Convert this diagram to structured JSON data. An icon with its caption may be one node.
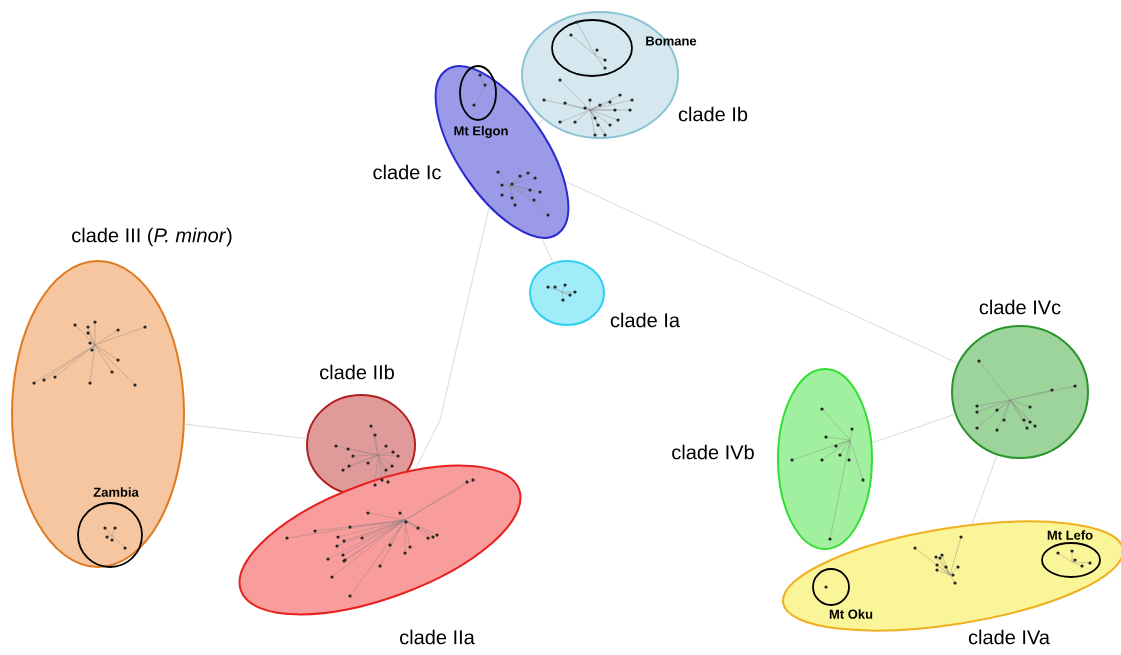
{
  "diagram": {
    "nodes": [
      {
        "text": [
          "clade Ib"
        ]
      },
      {
        "text": [
          "Bomane"
        ],
        "in": 0
      },
      {
        "text": [
          "clade Ic"
        ]
      },
      {
        "text": [
          "Mt Elgon"
        ],
        "in": 2
      },
      {
        "text": [
          "clade III (*P. minor*)"
        ]
      },
      {
        "text": [
          "Zambia"
        ],
        "in": 4
      },
      {
        "text": [
          "clade Ia"
        ]
      },
      {
        "text": [
          "clade IIb"
        ]
      },
      {
        "text": [
          "clade IIa"
        ]
      },
      {
        "text": [
          "clade IVc"
        ]
      },
      {
        "text": [
          "clade IVb"
        ]
      },
      {
        "text": [
          "clade IVa"
        ]
      },
      {
        "text": [
          "Mt Lefo"
        ],
        "in": 11
      },
      {
        "text": [
          "Mt Oku"
        ],
        "in": 11
      }
    ],
    "edges": [
      {
        "from": 2,
        "to": 0,
        "arrow": "none"
      },
      {
        "from": 2,
        "to": 6,
        "arrow": "none"
      },
      {
        "from": 2,
        "to": 9,
        "arrow": "none"
      },
      {
        "from": 2,
        "to": 8,
        "arrow": "none"
      },
      {
        "from": 4,
        "to": 7,
        "arrow": "none"
      },
      {
        "from": 9,
        "to": 10,
        "arrow": "none"
      },
      {
        "from": 9,
        "to": 11,
        "arrow": "none"
      }
    ]
  }
}
